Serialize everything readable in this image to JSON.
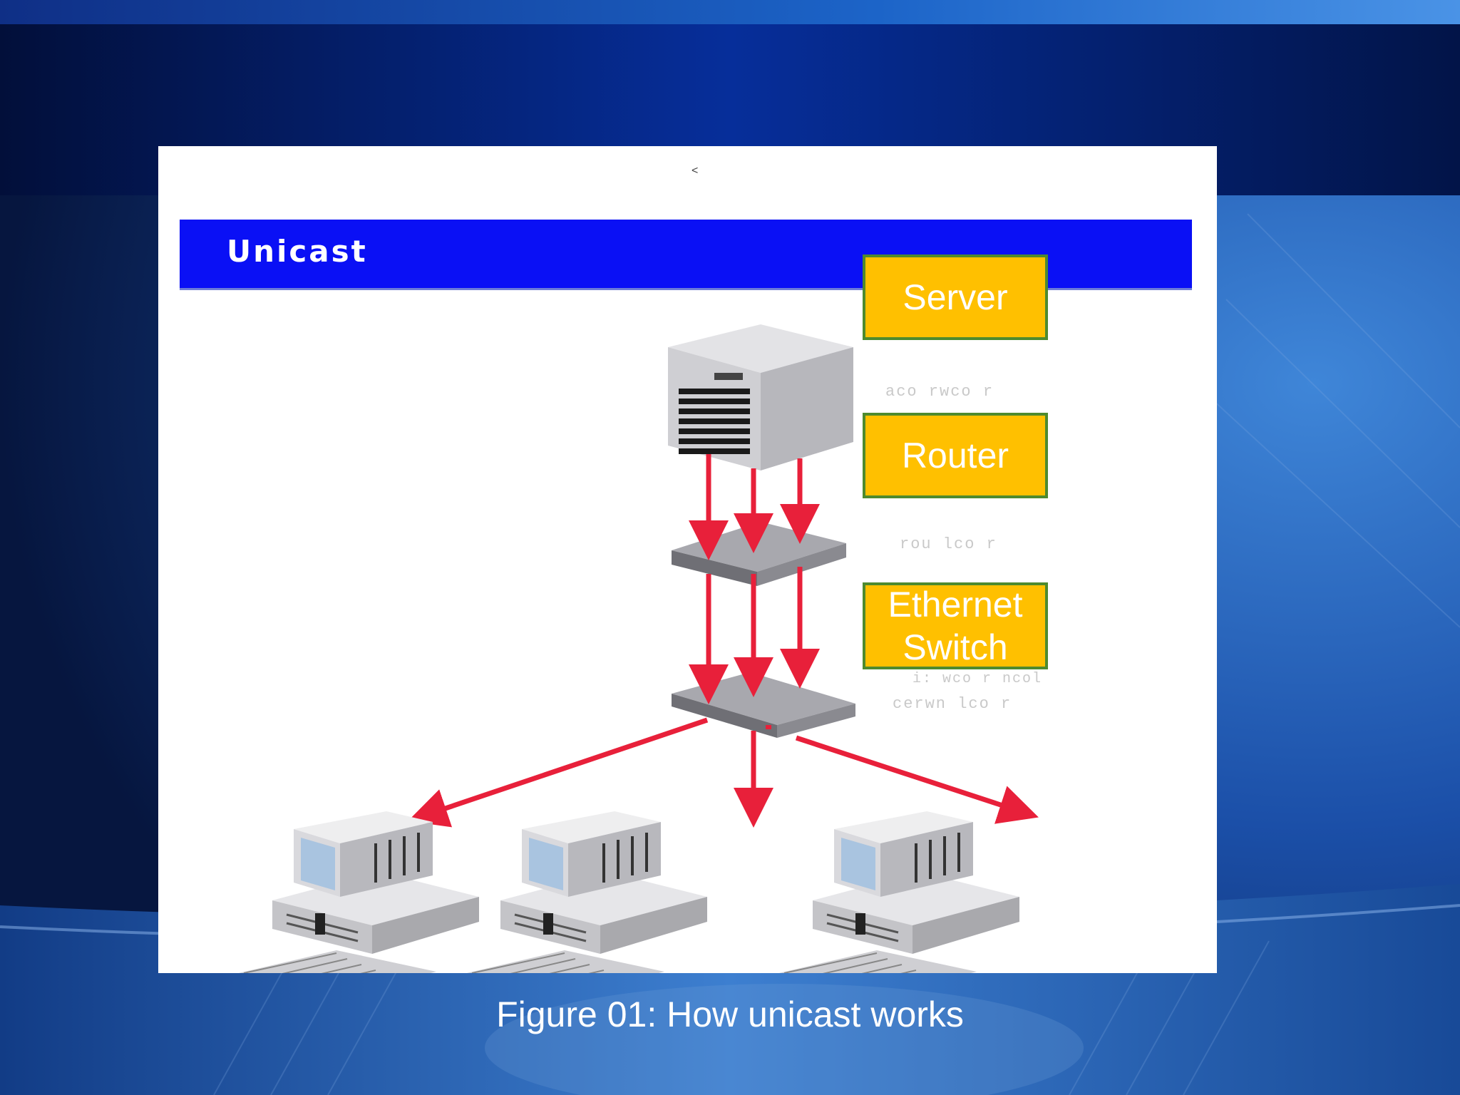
{
  "slide": {
    "caption": "Figure 01: How unicast works",
    "colors": {
      "background": "#0a2a6e",
      "title_bar": "#0a10f5",
      "label_fill": "#ffc000",
      "label_border": "#4e8a2e",
      "arrow": "#e8203a"
    }
  },
  "diagram": {
    "title": "Unicast",
    "stray_mark": "<",
    "labels": {
      "server": "Server",
      "router": "Router",
      "switch_line1": "Ethernet",
      "switch_line2": "Switch"
    },
    "faded_text": {
      "server_caption": "aco rwco r",
      "router_caption": "rou lco r",
      "switch_caption_1": "i: wco r ncol",
      "switch_caption_2": "cerwn lco r"
    },
    "nodes": [
      {
        "id": "server",
        "icon": "server-icon"
      },
      {
        "id": "router",
        "icon": "router-icon"
      },
      {
        "id": "switch",
        "icon": "switch-icon"
      },
      {
        "id": "client-1",
        "icon": "computer-icon"
      },
      {
        "id": "client-2",
        "icon": "computer-icon"
      },
      {
        "id": "client-3",
        "icon": "computer-icon"
      }
    ],
    "edges": [
      {
        "from": "server",
        "to": "router",
        "streams": 3
      },
      {
        "from": "router",
        "to": "switch",
        "streams": 3
      },
      {
        "from": "switch",
        "to": "client-1",
        "streams": 1
      },
      {
        "from": "switch",
        "to": "client-2",
        "streams": 1
      },
      {
        "from": "switch",
        "to": "client-3",
        "streams": 1
      }
    ]
  }
}
